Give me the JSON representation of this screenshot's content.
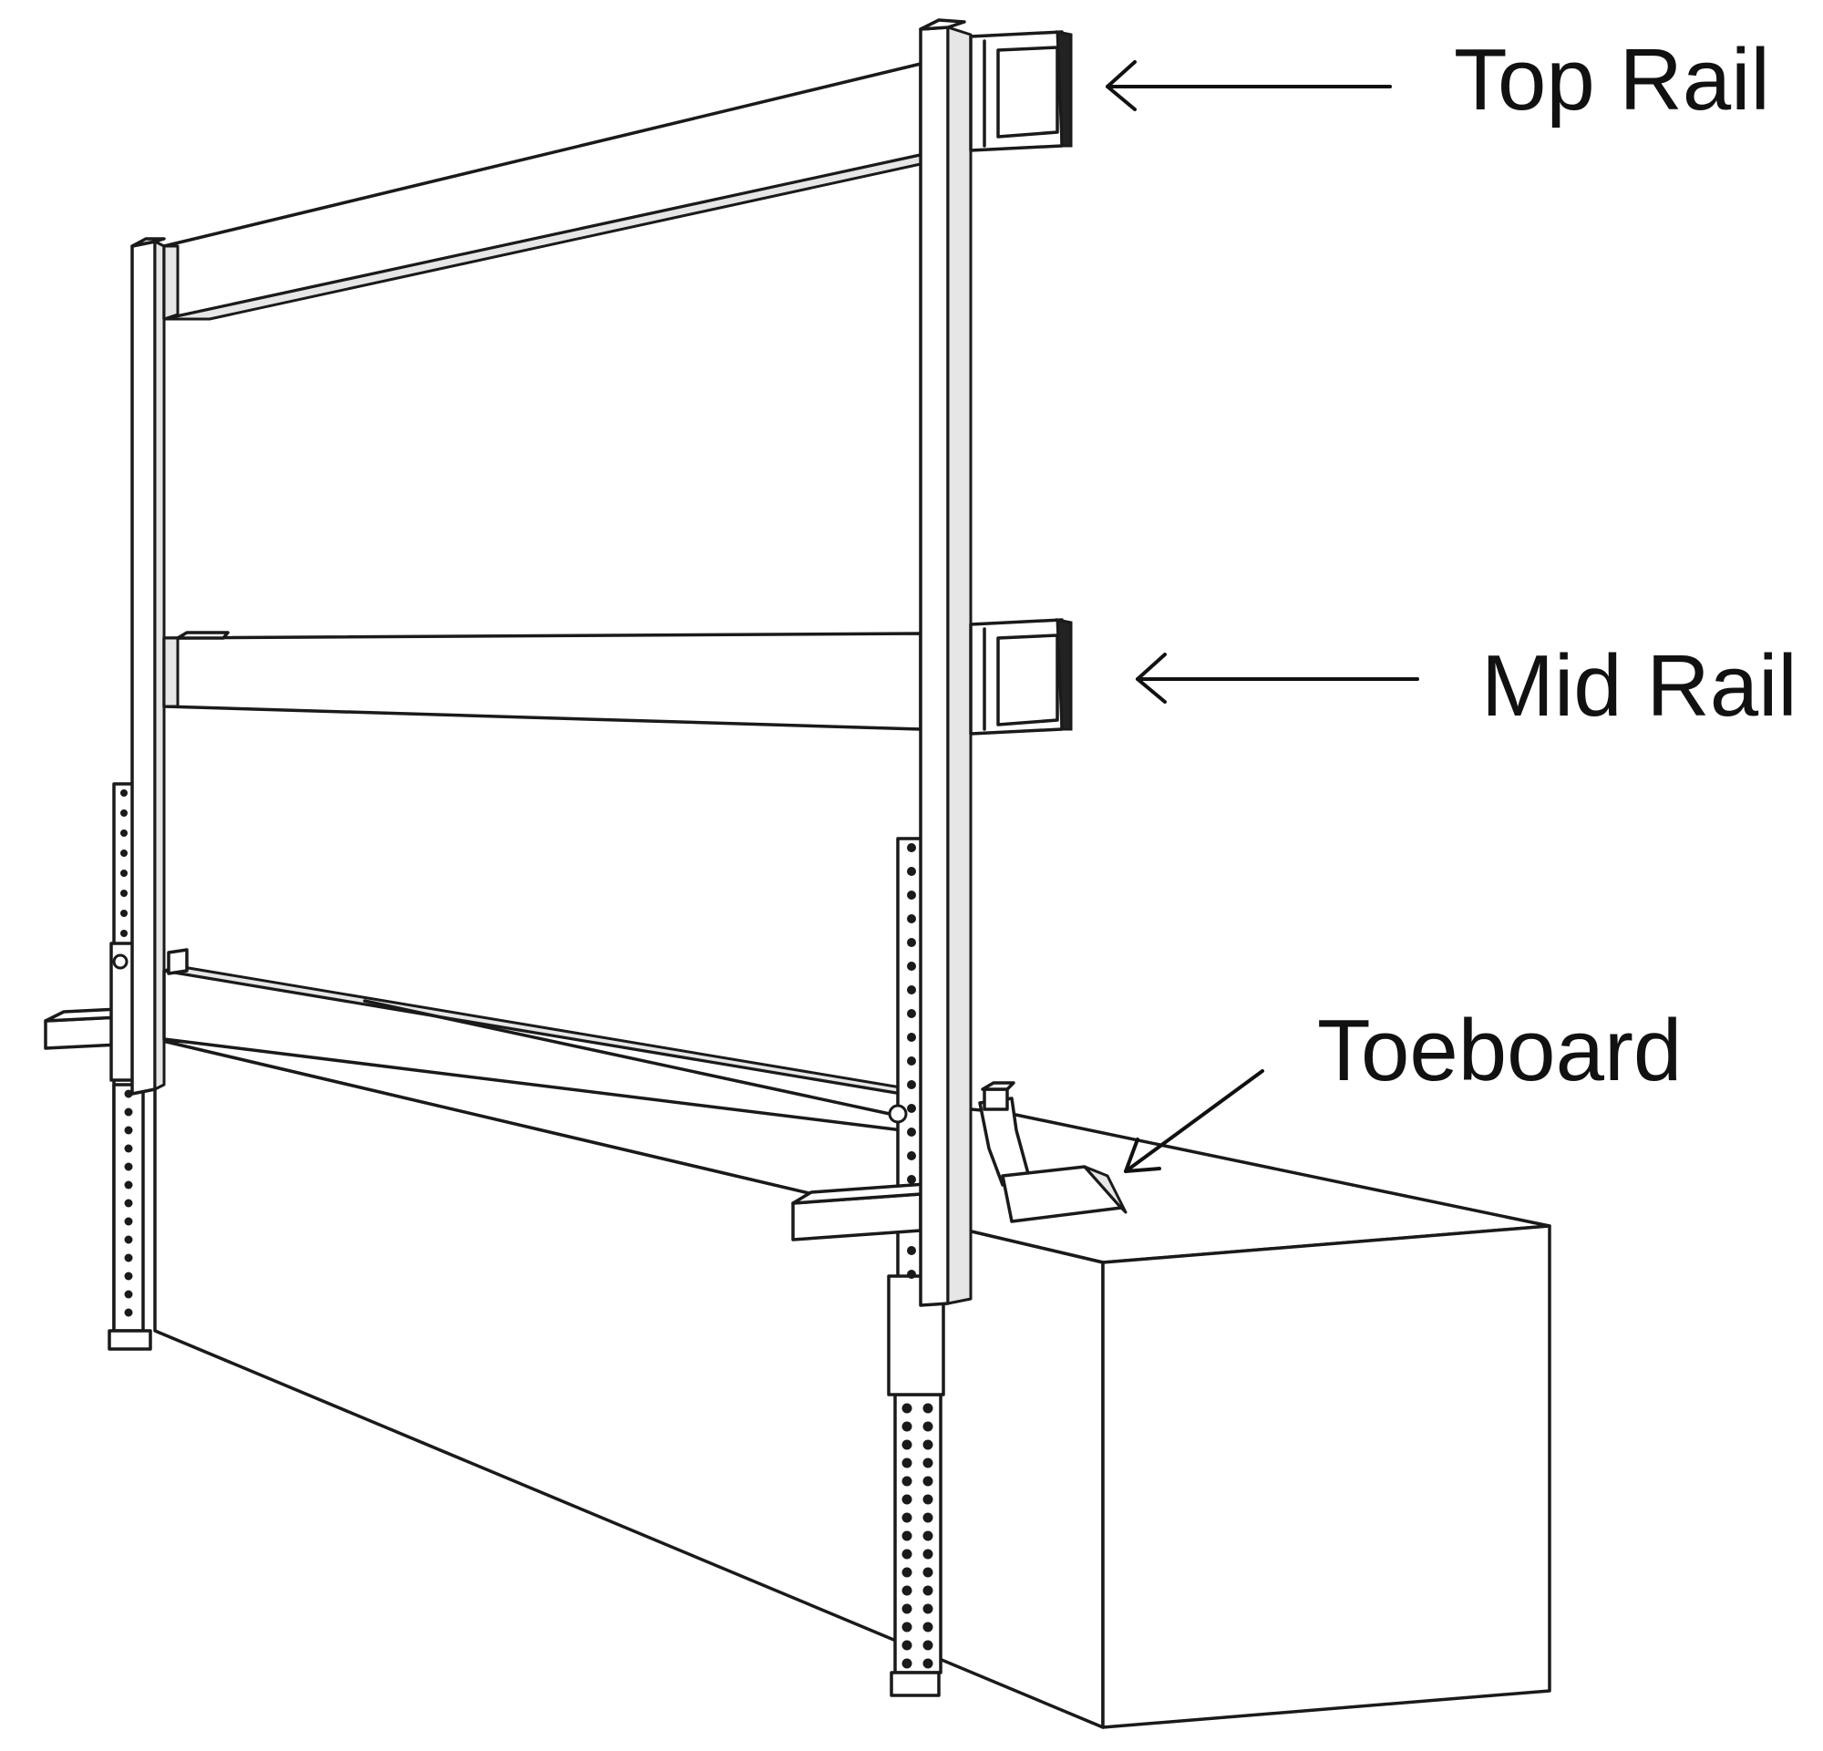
{
  "labels": {
    "top_rail": "Top Rail",
    "mid_rail": "Mid Rail",
    "toeboard": "Toeboard"
  }
}
